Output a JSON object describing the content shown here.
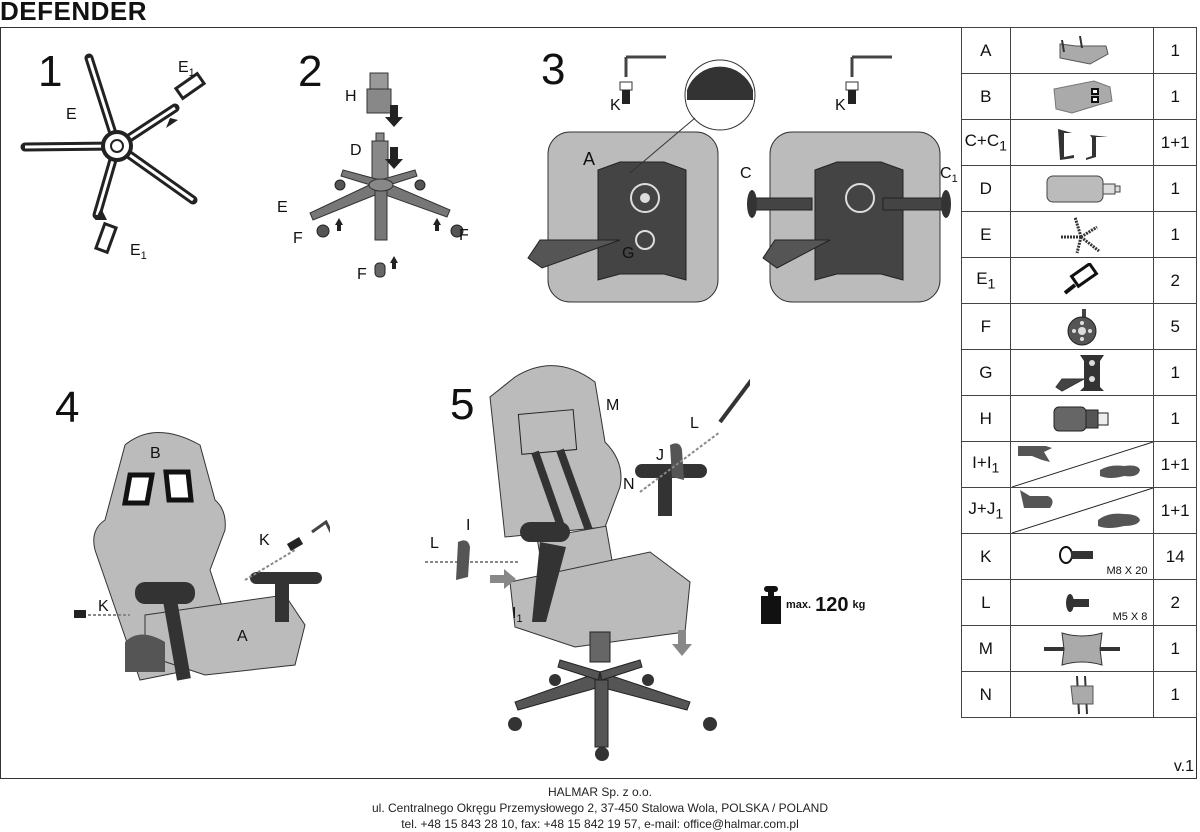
{
  "document": {
    "title": "DEFENDER",
    "version": "v.1"
  },
  "steps": [
    {
      "number": "1",
      "labels": {
        "E": "E",
        "E1_top": "E",
        "E1_top_sub": "1",
        "E1_bottom": "E",
        "E1_bottom_sub": "1"
      }
    },
    {
      "number": "2",
      "labels": {
        "H": "H",
        "D": "D",
        "E": "E",
        "F_left": "F",
        "F_right": "F",
        "F_bottom": "F"
      }
    },
    {
      "number": "3",
      "labels": {
        "K_left": "K",
        "A": "A",
        "G": "G",
        "K_right": "K",
        "C": "C",
        "C1": "C",
        "C1_sub": "1"
      }
    },
    {
      "number": "4",
      "labels": {
        "B": "B",
        "K_right": "K",
        "K_left": "K",
        "A": "A"
      }
    },
    {
      "number": "5",
      "labels": {
        "M": "M",
        "L_right": "L",
        "J": "J",
        "N": "N",
        "I": "I",
        "L_left": "L",
        "I1": "I",
        "I1_sub": "1"
      }
    }
  ],
  "max_load": {
    "prefix": "max.",
    "value": "120",
    "unit": "kg"
  },
  "parts_table": {
    "rows": [
      {
        "code": "A",
        "sub": "",
        "qty": "1",
        "icon": "seat-icon",
        "spec": ""
      },
      {
        "code": "B",
        "sub": "",
        "qty": "1",
        "icon": "backrest-icon",
        "spec": ""
      },
      {
        "code": "C+C",
        "sub": "1",
        "qty": "1+1",
        "icon": "armrests-icon",
        "spec": ""
      },
      {
        "code": "D",
        "sub": "",
        "qty": "1",
        "icon": "gas-lift-icon",
        "spec": ""
      },
      {
        "code": "E",
        "sub": "",
        "qty": "1",
        "icon": "star-base-icon",
        "spec": ""
      },
      {
        "code": "E",
        "sub": "1",
        "qty": "2",
        "icon": "base-arm-insert-icon",
        "spec": ""
      },
      {
        "code": "F",
        "sub": "",
        "qty": "5",
        "icon": "caster-icon",
        "spec": ""
      },
      {
        "code": "G",
        "sub": "",
        "qty": "1",
        "icon": "tilt-mechanism-icon",
        "spec": ""
      },
      {
        "code": "H",
        "sub": "",
        "qty": "1",
        "icon": "cylinder-cover-icon",
        "spec": ""
      },
      {
        "code": "I+I",
        "sub": "1",
        "qty": "1+1",
        "icon": "side-covers-i-icon",
        "spec": ""
      },
      {
        "code": "J+J",
        "sub": "1",
        "qty": "1+1",
        "icon": "side-covers-j-icon",
        "spec": ""
      },
      {
        "code": "K",
        "sub": "",
        "qty": "14",
        "icon": "bolt-icon",
        "spec": "M8 X 20"
      },
      {
        "code": "L",
        "sub": "",
        "qty": "2",
        "icon": "screw-icon",
        "spec": "M5 X 8"
      },
      {
        "code": "M",
        "sub": "",
        "qty": "1",
        "icon": "head-pillow-icon",
        "spec": ""
      },
      {
        "code": "N",
        "sub": "",
        "qty": "1",
        "icon": "lumbar-pillow-icon",
        "spec": ""
      }
    ]
  },
  "footer": {
    "company": "HALMAR Sp. z o.o.",
    "address": "ul. Centralnego Okręgu Przemysłowego 2, 37-450 Stalowa Wola, POLSKA / POLAND",
    "contact": "tel. +48 15 843 28 10, fax: +48 15 842 19 57, e-mail: office@halmar.com.pl"
  }
}
